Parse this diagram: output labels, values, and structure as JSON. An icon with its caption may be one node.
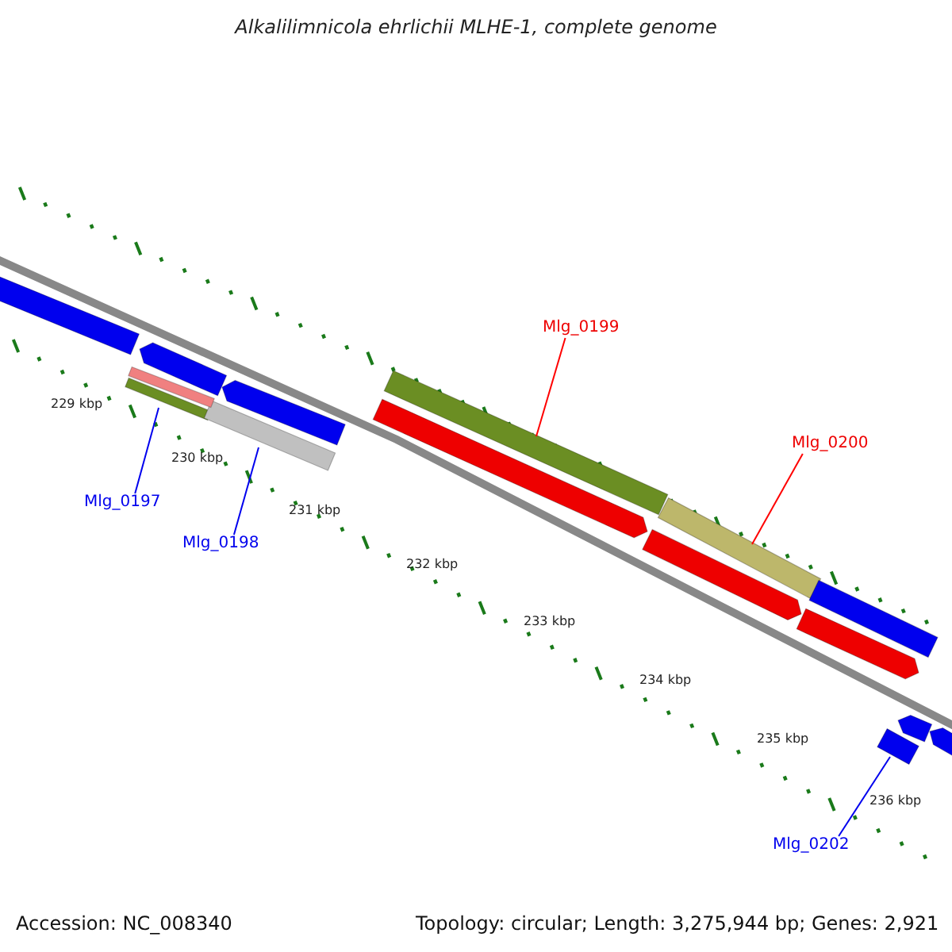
{
  "diagram": {
    "title": "Alkalilimnicola ehrlichii MLHE-1, complete genome",
    "nodes": [
      {
        "text": [
          "Mlg_0197"
        ]
      },
      {
        "text": [],
        "shape": "bar"
      },
      {
        "text": [
          "Mlg_0198"
        ]
      },
      {
        "text": [],
        "shape": "bar"
      },
      {
        "text": [
          "Mlg_0199"
        ]
      },
      {
        "text": [],
        "shape": "bar"
      },
      {
        "text": [
          "Mlg_0200"
        ]
      },
      {
        "text": [],
        "shape": "bar"
      },
      {
        "text": [
          "Mlg_0202"
        ]
      },
      {
        "text": [],
        "shape": "bar"
      },
      {
        "text": [],
        "shape": "bar"
      },
      {
        "text": [],
        "shape": "bar"
      },
      {
        "text": [],
        "shape": "bar"
      },
      {
        "text": [],
        "shape": "bar"
      },
      {
        "text": [],
        "shape": "bar"
      },
      {
        "text": [],
        "shape": "bar"
      },
      {
        "text": [],
        "shape": "bar"
      },
      {
        "text": [],
        "shape": "bar"
      },
      {
        "text": [],
        "shape": "bar"
      },
      {
        "text": [],
        "shape": "bar"
      }
    ],
    "edges": [
      {
        "from": 0,
        "to": 1,
        "arrow": "none"
      },
      {
        "from": 2,
        "to": 3,
        "arrow": "none"
      },
      {
        "from": 4,
        "to": 5,
        "arrow": "none",
        "color": "#ff0000"
      },
      {
        "from": 6,
        "to": 7,
        "arrow": "none",
        "color": "#ff0000"
      },
      {
        "from": 8,
        "to": 9,
        "arrow": "none"
      }
    ],
    "labels": [
      "229 kbp",
      "230 kbp",
      "231 kbp",
      "232 kbp",
      "233 kbp",
      "234 kbp",
      "235 kbp",
      "236 kbp",
      "Accession: NC_008340",
      "Topology: circular; Length: 3,275,944 bp; Genes: 2,921"
    ]
  }
}
